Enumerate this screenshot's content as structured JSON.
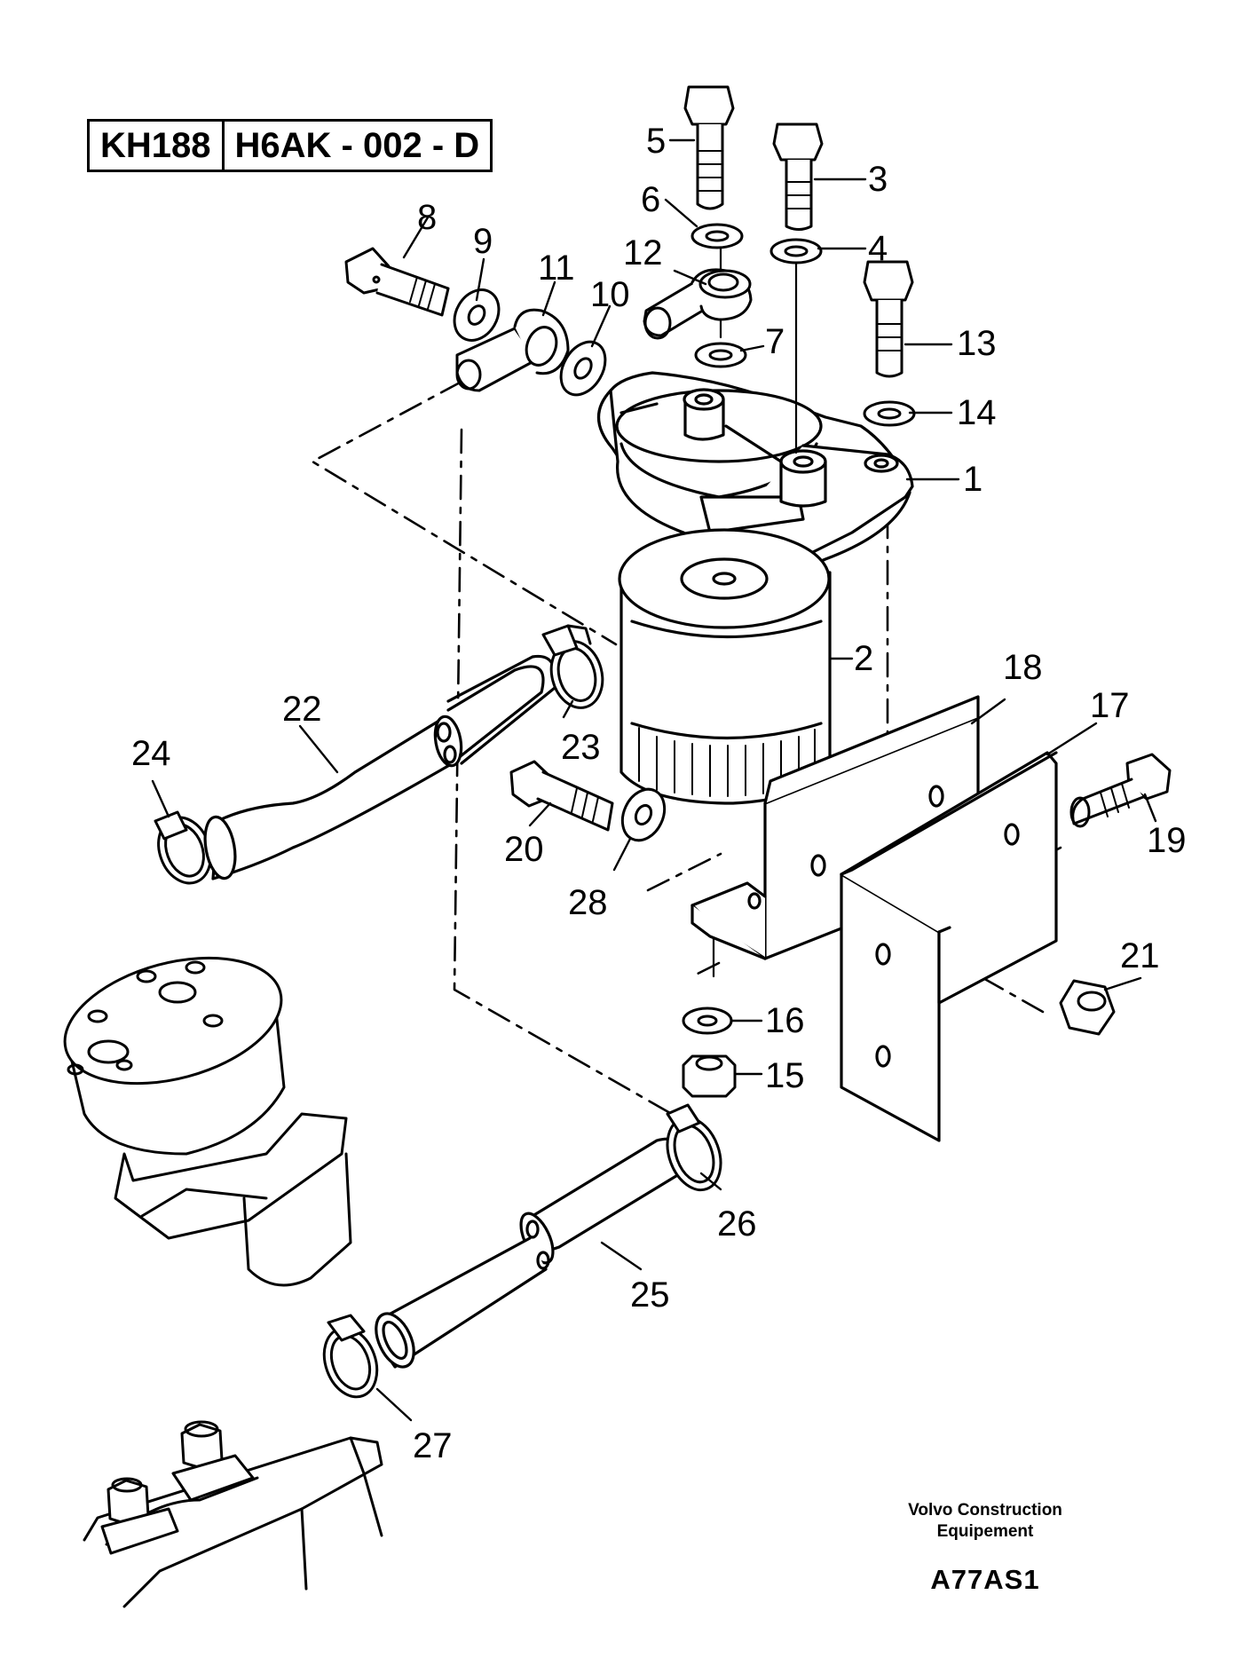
{
  "header": {
    "model": "KH188",
    "section": "H6AK - 002 - D"
  },
  "callouts": [
    "1",
    "2",
    "3",
    "4",
    "5",
    "6",
    "7",
    "8",
    "9",
    "10",
    "11",
    "12",
    "13",
    "14",
    "15",
    "16",
    "17",
    "18",
    "19",
    "20",
    "21",
    "22",
    "23",
    "24",
    "25",
    "26",
    "27",
    "28"
  ],
  "footer": {
    "company_line1": "Volvo Construction",
    "company_line2": "Equipement",
    "drawing_code": "A77AS1"
  }
}
